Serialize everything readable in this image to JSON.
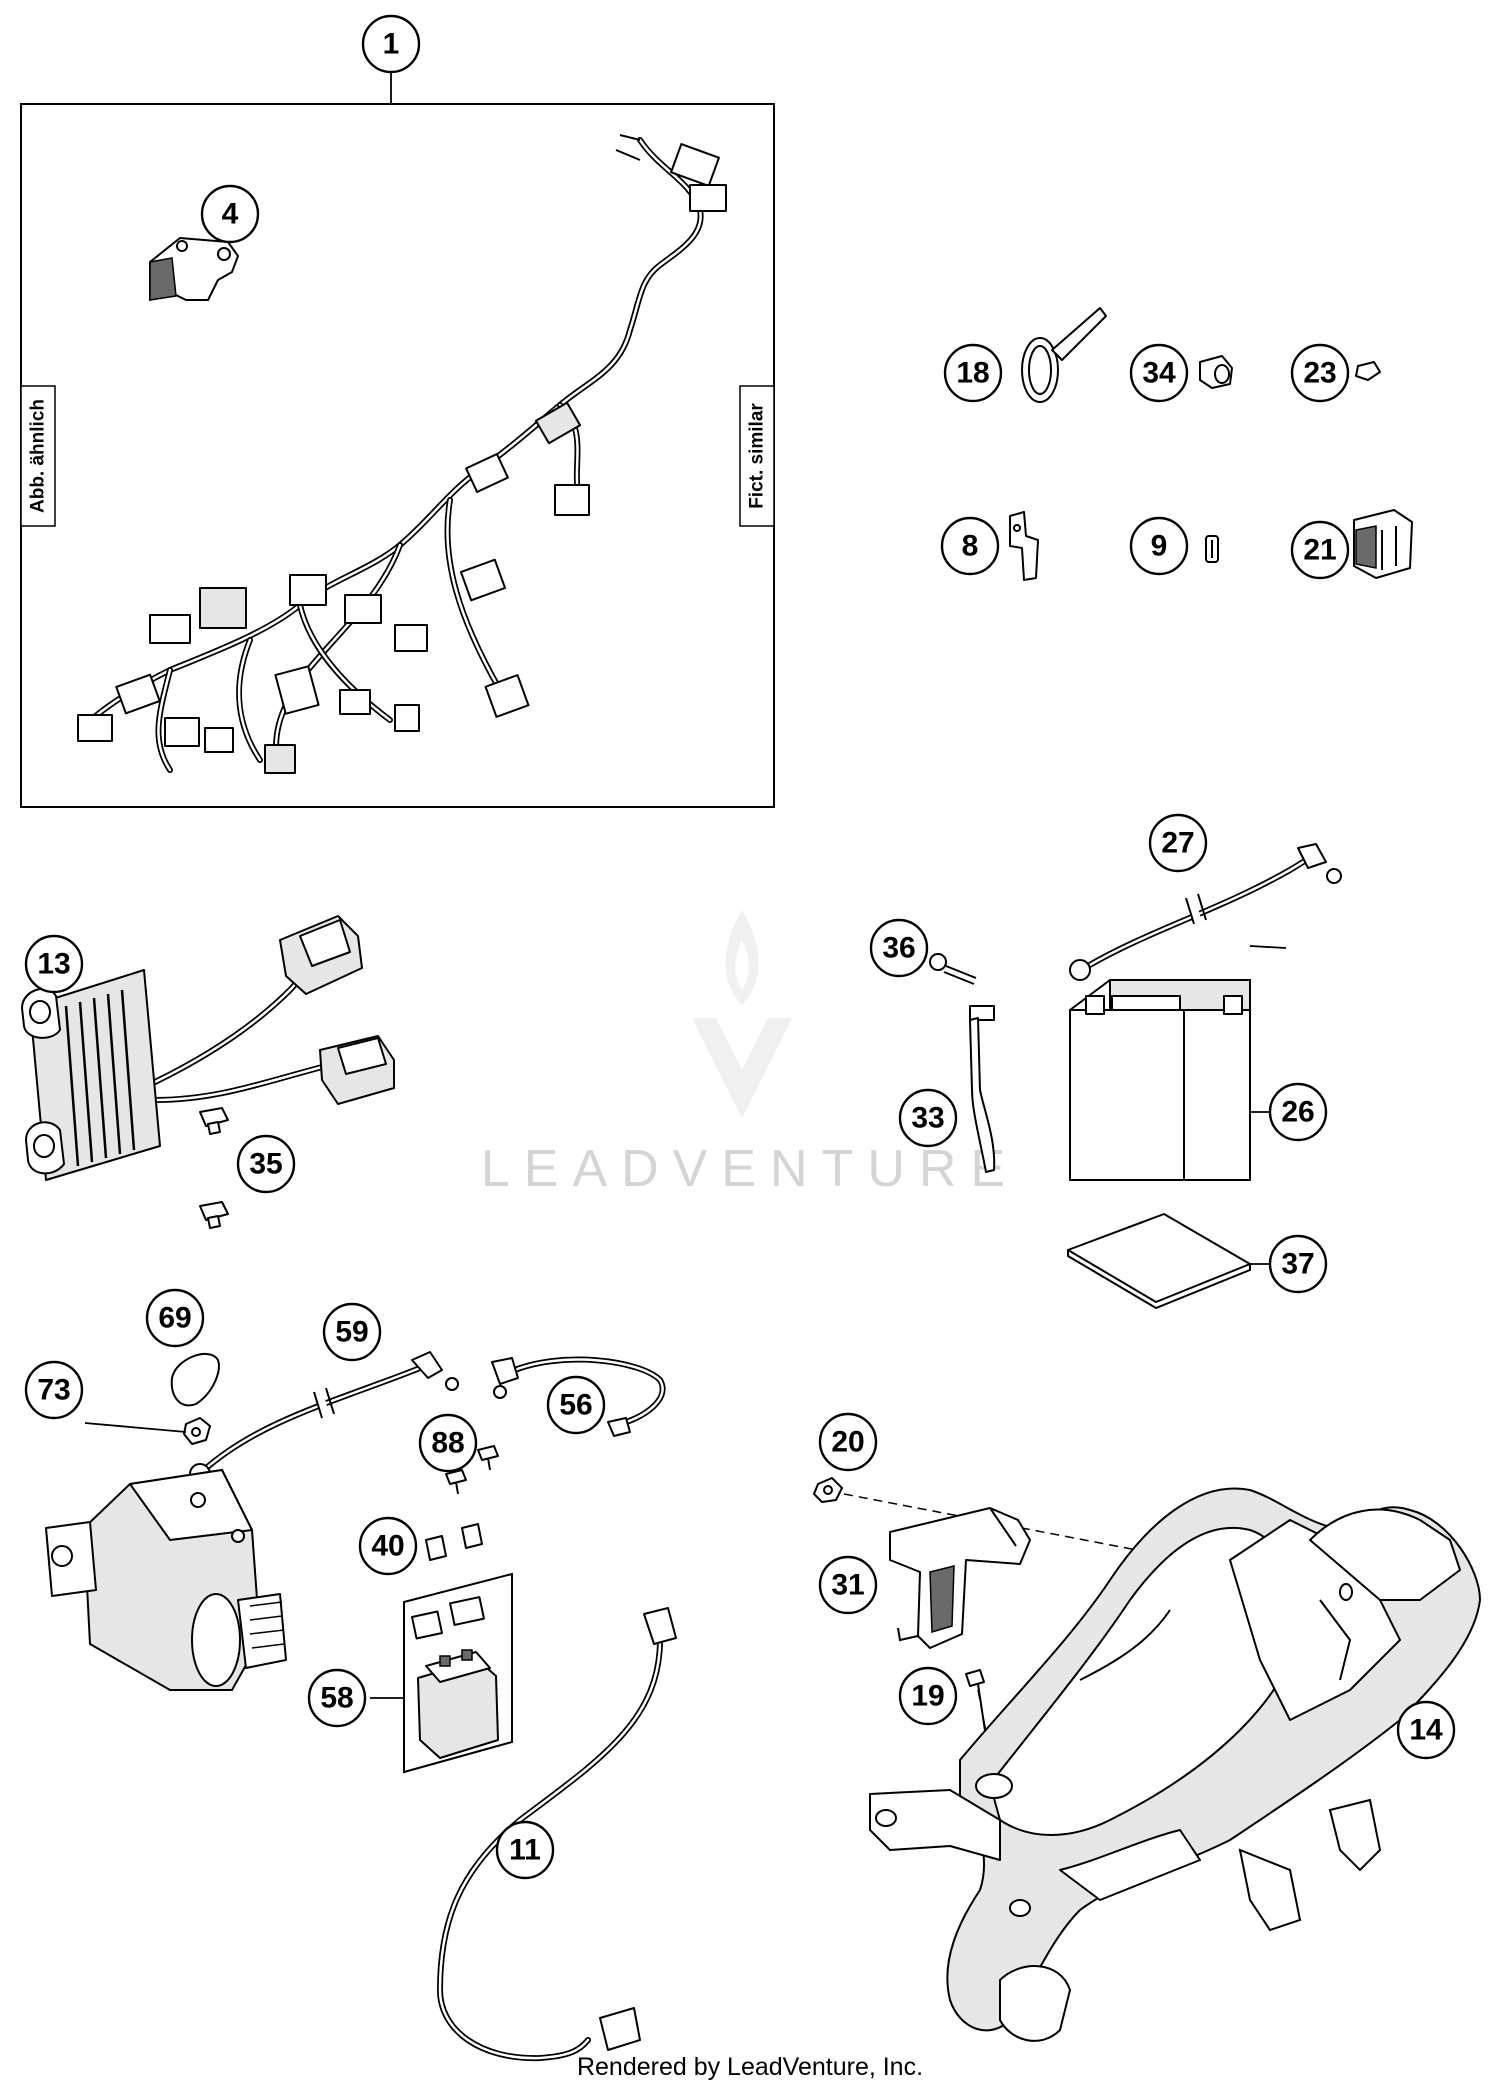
{
  "side_labels": {
    "left": "Abb. ähnlich",
    "right": "Fict. similar"
  },
  "callouts": [
    {
      "id": "c1",
      "label": "1"
    },
    {
      "id": "c4",
      "label": "4"
    },
    {
      "id": "c18",
      "label": "18"
    },
    {
      "id": "c34",
      "label": "34"
    },
    {
      "id": "c23",
      "label": "23"
    },
    {
      "id": "c8",
      "label": "8"
    },
    {
      "id": "c9",
      "label": "9"
    },
    {
      "id": "c21",
      "label": "21"
    },
    {
      "id": "c13",
      "label": "13"
    },
    {
      "id": "c35",
      "label": "35"
    },
    {
      "id": "c27",
      "label": "27"
    },
    {
      "id": "c36",
      "label": "36"
    },
    {
      "id": "c33",
      "label": "33"
    },
    {
      "id": "c26",
      "label": "26"
    },
    {
      "id": "c37",
      "label": "37"
    },
    {
      "id": "c69",
      "label": "69"
    },
    {
      "id": "c59",
      "label": "59"
    },
    {
      "id": "c73",
      "label": "73"
    },
    {
      "id": "c56",
      "label": "56"
    },
    {
      "id": "c88",
      "label": "88"
    },
    {
      "id": "c40",
      "label": "40"
    },
    {
      "id": "c58",
      "label": "58"
    },
    {
      "id": "c11",
      "label": "11"
    },
    {
      "id": "c20",
      "label": "20"
    },
    {
      "id": "c31",
      "label": "31"
    },
    {
      "id": "c19",
      "label": "19"
    },
    {
      "id": "c14",
      "label": "14"
    }
  ],
  "watermark": "LEADVENTURE",
  "footer": "Rendered by LeadVenture, Inc."
}
